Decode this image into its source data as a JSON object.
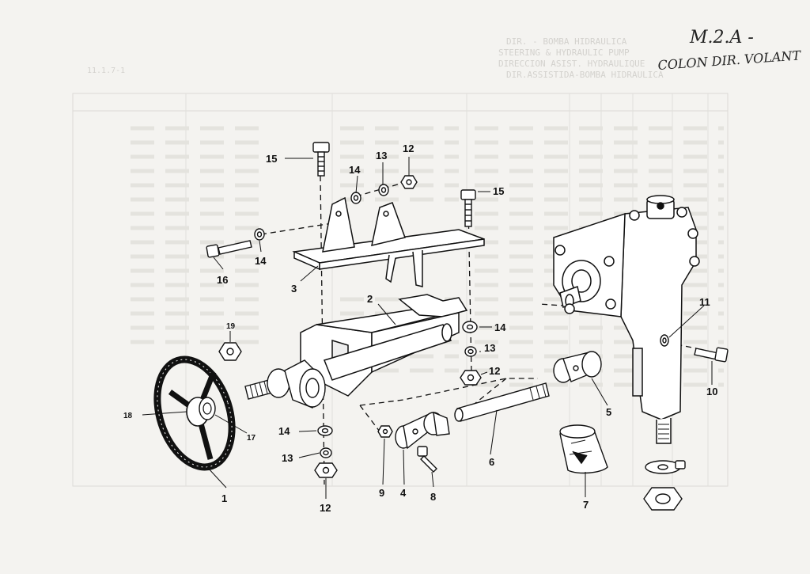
{
  "annotation": {
    "line1": "M.2.A -",
    "line2": "COLON DIR. VOLANT"
  },
  "ghost_text": {
    "lines": [
      "DIR.ASSISTIDA-BOMBA HIDRAULICA",
      "DIRECCION ASIST. HYDRAULIQUE",
      "STEERING & HYDRAULIC PUMP",
      "DIR. - BOMBA HIDRAULICA"
    ],
    "page_code": "11.1.7-1"
  },
  "callouts": {
    "c1": "1",
    "c2": "2",
    "c3": "3",
    "c4": "4",
    "c5": "5",
    "c6": "6",
    "c7": "7",
    "c8": "8",
    "c9": "9",
    "c10": "10",
    "c11": "11",
    "c12a": "12",
    "c12b": "12",
    "c12c": "12",
    "c13a": "13",
    "c13b": "13",
    "c13c": "13",
    "c14a": "14",
    "c14b": "14",
    "c14c": "14",
    "c14d": "14",
    "c15a": "15",
    "c15b": "15",
    "c16": "16",
    "c17": "17",
    "c18": "18",
    "c19": "19"
  }
}
